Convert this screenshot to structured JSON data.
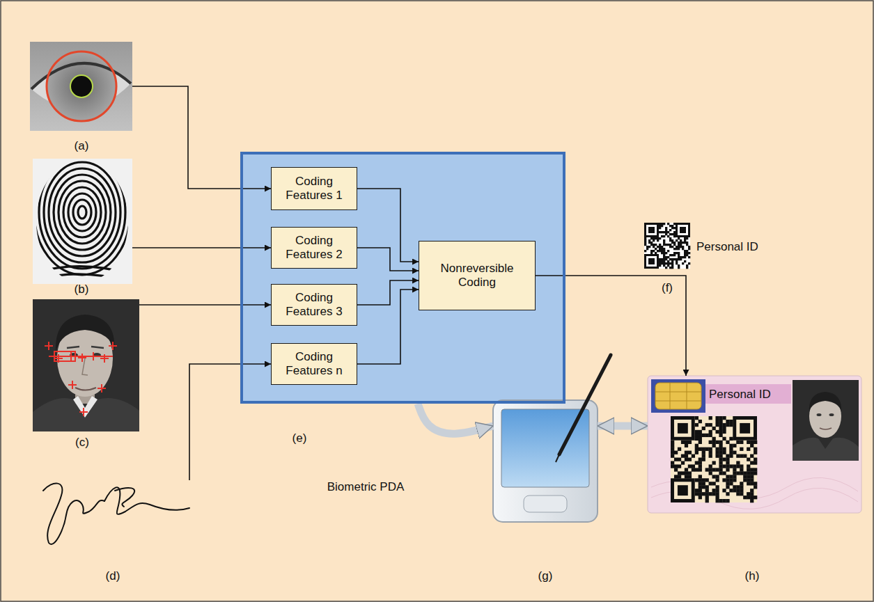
{
  "diagram": {
    "nodes": [
      {
        "text": [
          "(a)"
        ]
      },
      {
        "text": [
          "(b)"
        ]
      },
      {
        "text": [
          "(c)"
        ]
      },
      {
        "text": [
          "(d)"
        ]
      },
      {
        "text": [
          "(e)"
        ]
      },
      {
        "text": [
          "Coding Features 1"
        ],
        "in": 4
      },
      {
        "text": [
          "Coding Features 2"
        ],
        "in": 4
      },
      {
        "text": [
          "Coding Features 3"
        ],
        "in": 4
      },
      {
        "text": [
          "Coding Features n"
        ],
        "in": 4
      },
      {
        "text": [
          "Nonreversible Coding"
        ],
        "in": 4
      },
      {
        "text": [
          "(g)"
        ]
      },
      {
        "text": [
          "Personal ID",
          "(h)"
        ]
      }
    ],
    "edges": [
      {
        "from": 0,
        "to": 5,
        "arrow": "to"
      },
      {
        "from": 1,
        "to": 6,
        "arrow": "to"
      },
      {
        "from": 2,
        "to": 7,
        "arrow": "to"
      },
      {
        "from": 3,
        "to": 8,
        "arrow": "to"
      },
      {
        "from": 5,
        "to": 9,
        "arrow": "to"
      },
      {
        "from": 6,
        "to": 9,
        "arrow": "to"
      },
      {
        "from": 7,
        "to": 9,
        "arrow": "to"
      },
      {
        "from": 8,
        "to": 9,
        "arrow": "to"
      },
      {
        "from": 9,
        "to": 11,
        "arrow": "to"
      },
      {
        "from": 4,
        "to": 10,
        "arrow": "to"
      },
      {
        "from": 10,
        "to": 11,
        "arrow": "both"
      }
    ],
    "labels": [
      "Personal ID",
      "(f)",
      "Biometric PDA"
    ]
  }
}
